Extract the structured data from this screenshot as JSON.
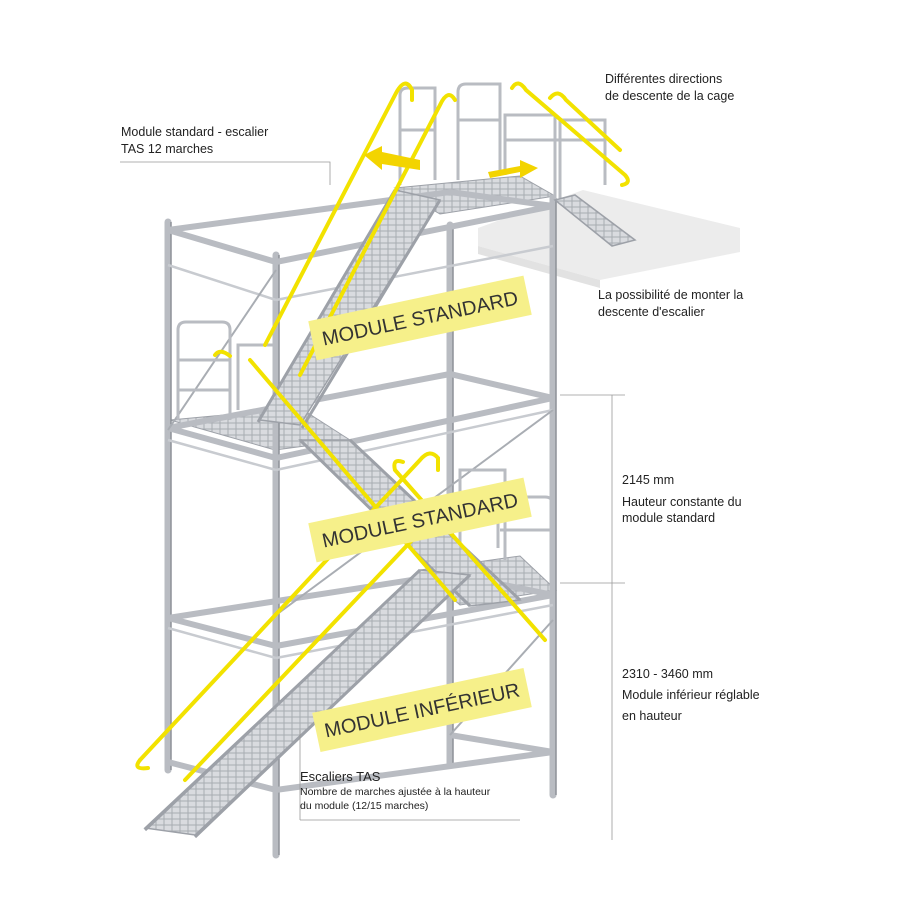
{
  "labels": {
    "module_standard_escalier": [
      "Module standard - escalier",
      "TAS 12 marches"
    ],
    "directions": [
      "Différentes directions",
      "de descente de la cage"
    ],
    "monter": [
      "La possibilité de monter la",
      "descente d'escalier"
    ],
    "hauteur_standard": [
      "2145 mm",
      "Hauteur constante du",
      "module standard"
    ],
    "hauteur_inferieur": [
      "2310 - 3460 mm",
      "Module inférieur réglable",
      "en hauteur"
    ],
    "escaliers_tas": {
      "title": "Escaliers TAS",
      "lines": [
        "Nombre de marches ajustée à la hauteur",
        "du module (12/15 marches)"
      ]
    }
  },
  "modules": {
    "top": "MODULE STANDARD",
    "middle": "MODULE STANDARD",
    "bottom": "MODULE INFÉRIEUR"
  },
  "colors": {
    "accent": "#f2e200",
    "badge": "#f6f08a",
    "steel": "#b9bcc2",
    "steel_dark": "#8d9198",
    "arrow": "#f3d400"
  },
  "icons": [
    "arrow-left-icon",
    "arrow-right-icon"
  ]
}
